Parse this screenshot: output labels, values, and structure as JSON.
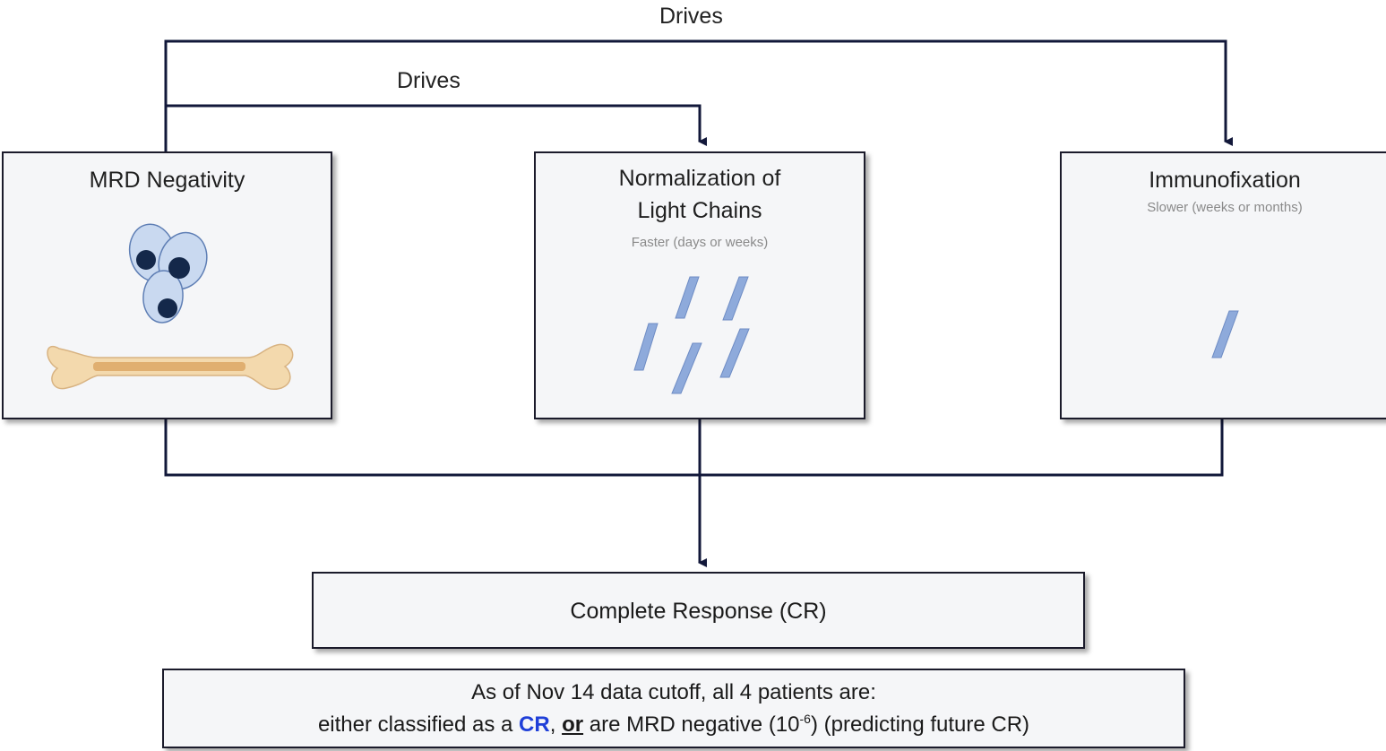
{
  "edges": {
    "drives_top": "Drives",
    "drives_mid": "Drives"
  },
  "nodes": {
    "mrd": {
      "title": "MRD Negativity"
    },
    "light_chains": {
      "title_line1": "Normalization of",
      "title_line2": "Light Chains",
      "subtitle": "Faster (days or weeks)"
    },
    "immunofixation": {
      "title": "Immunofixation",
      "subtitle": "Slower (weeks or months)"
    },
    "cr": {
      "title": "Complete Response (CR)"
    }
  },
  "note": {
    "line1": "As of Nov 14 data cutoff, all 4 patients are:",
    "line2_a": "either classified as a ",
    "cr": "CR",
    "comma": ", ",
    "or": "or",
    "line2_b": " are MRD negative (10",
    "exp": "-6",
    "line2_c": ") (predicting future CR)"
  },
  "colors": {
    "connector": "#12183a",
    "box_border": "#1b1b2b",
    "box_fill": "#f5f6f8",
    "chain": "#8eaadb",
    "cell": "#c9d9f0",
    "nucleus": "#14284a",
    "bone": "#f3d9ad",
    "emphasis": "#1f3fd8"
  }
}
